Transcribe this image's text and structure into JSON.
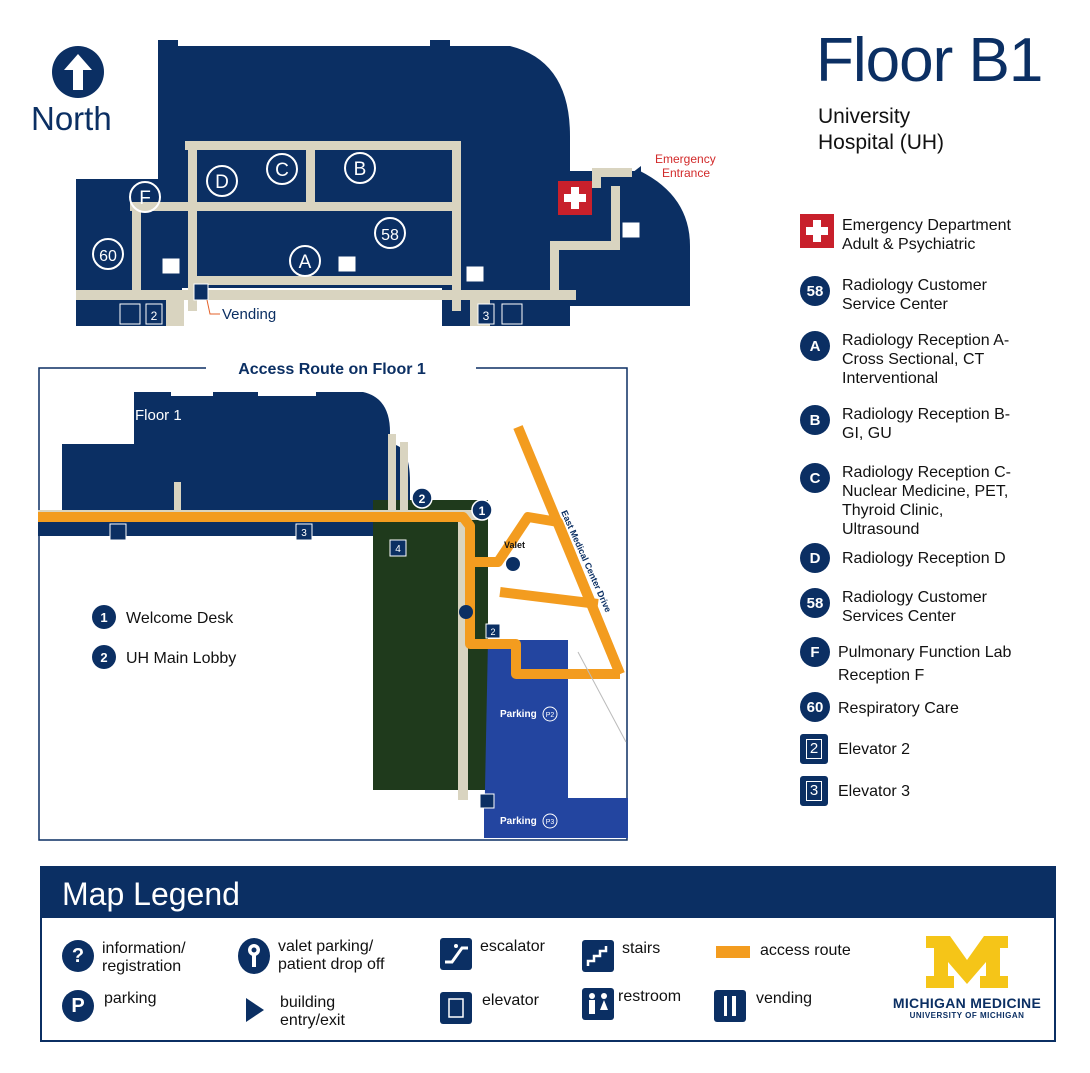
{
  "compass": {
    "label": "North"
  },
  "header": {
    "title": "Floor B1",
    "subtitle_line1": "University",
    "subtitle_line2": "Hospital (UH)"
  },
  "floor_b1_map": {
    "emergency_label_line1": "Emergency",
    "emergency_label_line2": "Entrance",
    "vending_label": "Vending",
    "markers": {
      "A": "A",
      "B": "B",
      "C": "C",
      "D": "D",
      "F": "F",
      "n58": "58",
      "n60": "60",
      "elev2": "2",
      "elev3": "3"
    }
  },
  "floor1_map": {
    "heading": "Access Route on Floor 1",
    "floor_label": "Floor 1",
    "street": "East Medical Center Drive",
    "valet_label": "Valet",
    "parking_p2": "Parking",
    "parking_p3": "Parking",
    "p2": "P2",
    "p3": "P3",
    "markers": {
      "m1": "1",
      "m2": "2",
      "e2": "2",
      "e3": "3",
      "e4": "4"
    },
    "key": [
      {
        "num": "1",
        "label": "Welcome Desk"
      },
      {
        "num": "2",
        "label": "UH Main Lobby"
      }
    ]
  },
  "right_legend": {
    "emergency": {
      "line1": "Emergency Department",
      "line2": "Adult & Psychiatric"
    },
    "items": [
      {
        "badge": "58",
        "lines": [
          "Radiology Customer",
          "Service Center"
        ]
      },
      {
        "badge": "A",
        "lines": [
          "Radiology Reception A-",
          "Cross Sectional, CT",
          "Interventional"
        ]
      },
      {
        "badge": "B",
        "lines": [
          "Radiology Reception B-",
          "GI, GU"
        ]
      },
      {
        "badge": "C",
        "lines": [
          "Radiology Reception C-",
          "Nuclear Medicine, PET,",
          "Thyroid Clinic,",
          "Ultrasound"
        ]
      },
      {
        "badge": "D",
        "lines": [
          "Radiology Reception D"
        ]
      },
      {
        "badge": "58",
        "lines": [
          "Radiology Customer",
          "Services Center"
        ]
      },
      {
        "badge": "F",
        "lines": [
          "Pulmonary Function Lab",
          "Reception F"
        ]
      },
      {
        "badge": "60",
        "lines": [
          "Respiratory Care"
        ]
      }
    ],
    "elevators": [
      {
        "num": "2",
        "label": "Elevator 2"
      },
      {
        "num": "3",
        "label": "Elevator 3"
      }
    ]
  },
  "map_legend": {
    "title": "Map Legend",
    "info": {
      "icon": "question-icon",
      "line1": "information/",
      "line2": "registration"
    },
    "parking": {
      "icon": "parking-icon",
      "glyph": "P",
      "label": "parking"
    },
    "valet": {
      "icon": "valet-key-icon",
      "line1": "valet parking/",
      "line2": "patient drop off"
    },
    "entry": {
      "icon": "entry-arrow-icon",
      "line1": "building",
      "line2": "entry/exit"
    },
    "escalator": {
      "icon": "escalator-icon",
      "label": "escalator"
    },
    "elevator": {
      "icon": "elevator-icon",
      "label": "elevator"
    },
    "stairs": {
      "icon": "stairs-icon",
      "label": "stairs"
    },
    "restroom": {
      "icon": "restroom-icon",
      "label": "restroom"
    },
    "access_route": {
      "icon": "access-route-swatch",
      "label": "access route"
    },
    "vending": {
      "icon": "vending-icon",
      "label": "vending"
    }
  },
  "logo": {
    "line1": "MICHIGAN MEDICINE",
    "line2": "UNIVERSITY OF MICHIGAN"
  },
  "colors": {
    "navy": "#0b2f63",
    "corridor": "#d9d4c0",
    "route": "#f39c1f",
    "red": "#c8202b",
    "green": "#1f3a1c",
    "parking": "#2345a0",
    "maize": "#f5c518"
  }
}
